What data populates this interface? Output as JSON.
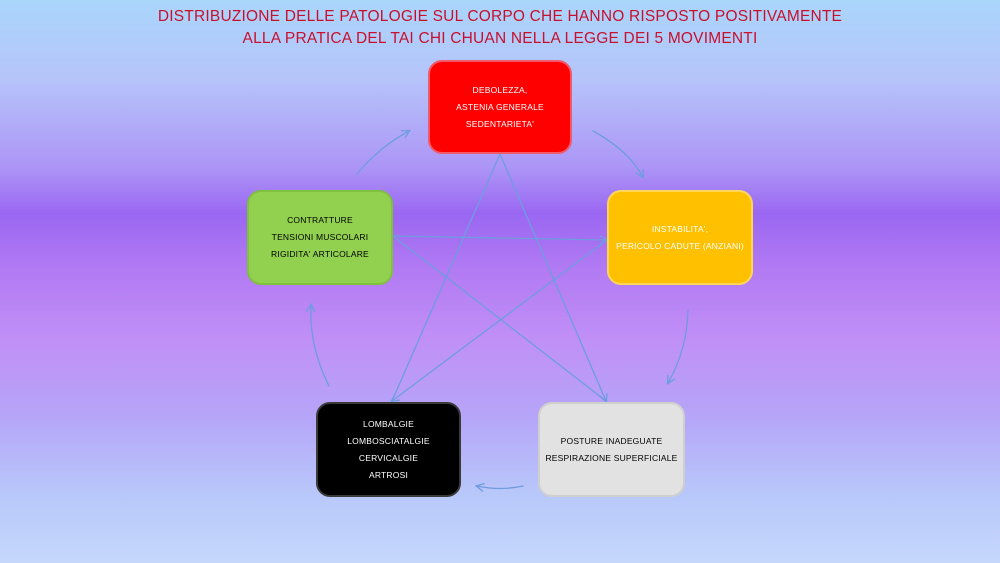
{
  "title": {
    "line1": "DISTRIBUZIONE DELLE PATOLOGIE SUL CORPO CHE HANNO RISPOSTO POSITIVAMENTE",
    "line2": "ALLA PRATICA DEL TAI CHI CHUAN  NELLA LEGGE DEI 5 MOVIMENTI"
  },
  "colors": {
    "title": "#c8102e",
    "arrow": "#6f9ce0",
    "fire": "#ff0000",
    "earth": "#ffc000",
    "metal": "#e2e2e2",
    "water": "#000000",
    "wood": "#92d050"
  },
  "nodes": {
    "fire": {
      "lines": [
        "DEBOLEZZA,",
        "ASTENIA  GENERALE",
        "SEDENTARIETA'"
      ]
    },
    "earth": {
      "lines": [
        "INSTABILITA',",
        "PERICOLO CADUTE  (ANZIANI)"
      ]
    },
    "metal": {
      "lines": [
        "POSTURE  INADEGUATE",
        "RESPIRAZIONE  SUPERFICIALE"
      ]
    },
    "water": {
      "lines": [
        "LOMBALGIE",
        "LOMBOSCIATALGIE",
        "CERVICALGIE",
        "ARTROSI"
      ]
    },
    "wood": {
      "lines": [
        "CONTRATTURE",
        "TENSIONI  MUSCOLARI",
        "RIGIDITA'  ARTICOLARE"
      ]
    }
  }
}
